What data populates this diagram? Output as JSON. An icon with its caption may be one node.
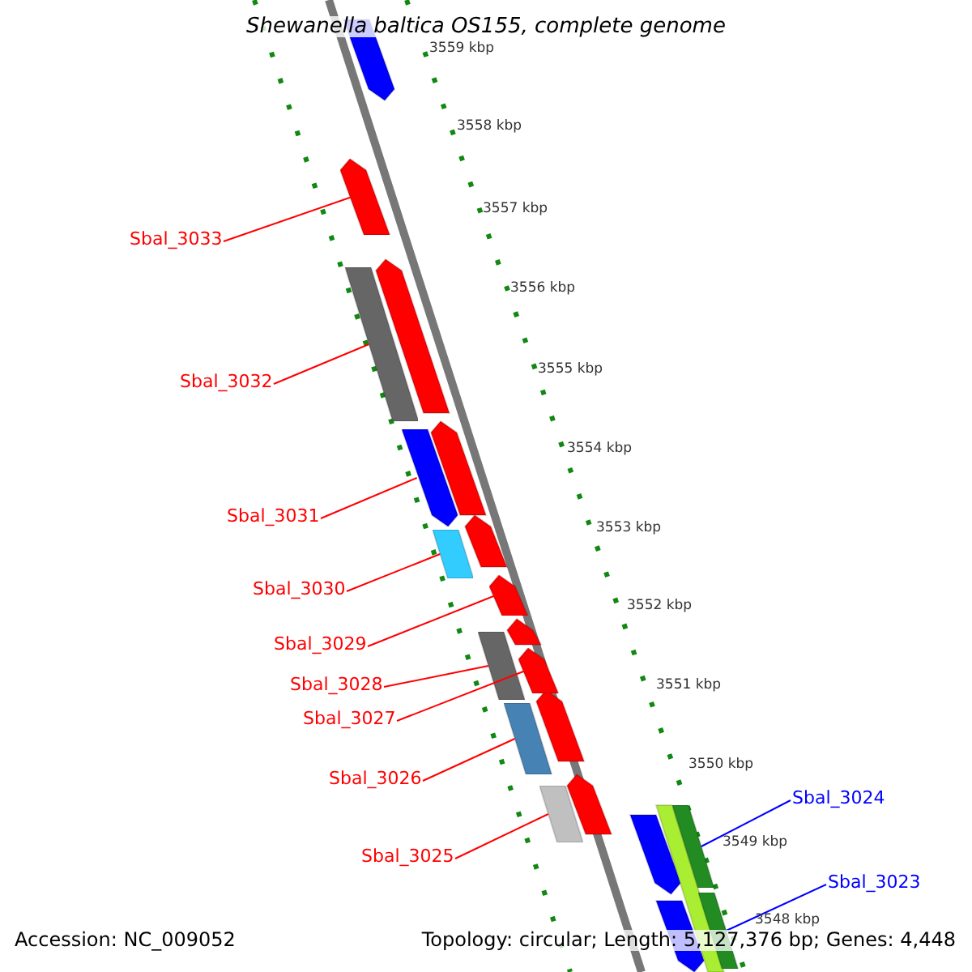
{
  "diagram": {
    "title": "Shewanella baltica OS155, complete genome",
    "nodes": [
      {
        "text": [
          "Sbal_3033"
        ]
      },
      {
        "text": [
          "Sbal_3032"
        ]
      },
      {
        "text": [
          "Sbal_3031"
        ]
      },
      {
        "text": [
          "Sbal_3030"
        ]
      },
      {
        "text": [
          "Sbal_3029"
        ]
      },
      {
        "text": [
          "Sbal_3028"
        ]
      },
      {
        "text": [
          "Sbal_3027"
        ]
      },
      {
        "text": [
          "Sbal_3026"
        ]
      },
      {
        "text": [
          "Sbal_3025"
        ]
      },
      {
        "text": [
          "Sbal_3024"
        ]
      },
      {
        "text": [
          "Sbal_3023"
        ]
      },
      {
        "text": [],
        "shape": "arrow"
      },
      {
        "text": [],
        "shape": "bar"
      },
      {
        "text": [],
        "shape": "arrow"
      },
      {
        "text": [],
        "shape": "bar"
      },
      {
        "text": [],
        "shape": "arrow"
      },
      {
        "text": [],
        "shape": "bar"
      },
      {
        "text": [],
        "shape": "arrow"
      },
      {
        "text": [],
        "shape": "bar"
      },
      {
        "text": [],
        "shape": "bar"
      },
      {
        "text": [],
        "shape": "bar"
      },
      {
        "text": [],
        "shape": "bar"
      }
    ],
    "edges": [
      {
        "from": 0,
        "to": 11,
        "arrow": "none"
      },
      {
        "from": 1,
        "to": 12,
        "arrow": "none"
      },
      {
        "from": 2,
        "to": 13,
        "arrow": "none"
      },
      {
        "from": 3,
        "to": 14,
        "arrow": "none"
      },
      {
        "from": 4,
        "to": 15,
        "arrow": "none"
      },
      {
        "from": 5,
        "to": 16,
        "arrow": "none"
      },
      {
        "from": 6,
        "to": 17,
        "arrow": "none"
      },
      {
        "from": 7,
        "to": 18,
        "arrow": "none"
      },
      {
        "from": 8,
        "to": 19,
        "arrow": "none"
      },
      {
        "from": 9,
        "to": 20,
        "arrow": "none",
        "color": "#0000ff"
      },
      {
        "from": 10,
        "to": 21,
        "arrow": "none",
        "color": "#0000ff"
      }
    ],
    "labels": [
      "3559 kbp",
      "3558 kbp",
      "3557 kbp",
      "3556 kbp",
      "3555 kbp",
      "3554 kbp",
      "3553 kbp",
      "3552 kbp",
      "3551 kbp",
      "3550 kbp",
      "3549 kbp",
      "3548 kbp",
      "Accession: NC_009052",
      "Topology: circular; Length: 5,127,376 bp; Genes: 4,448"
    ]
  }
}
